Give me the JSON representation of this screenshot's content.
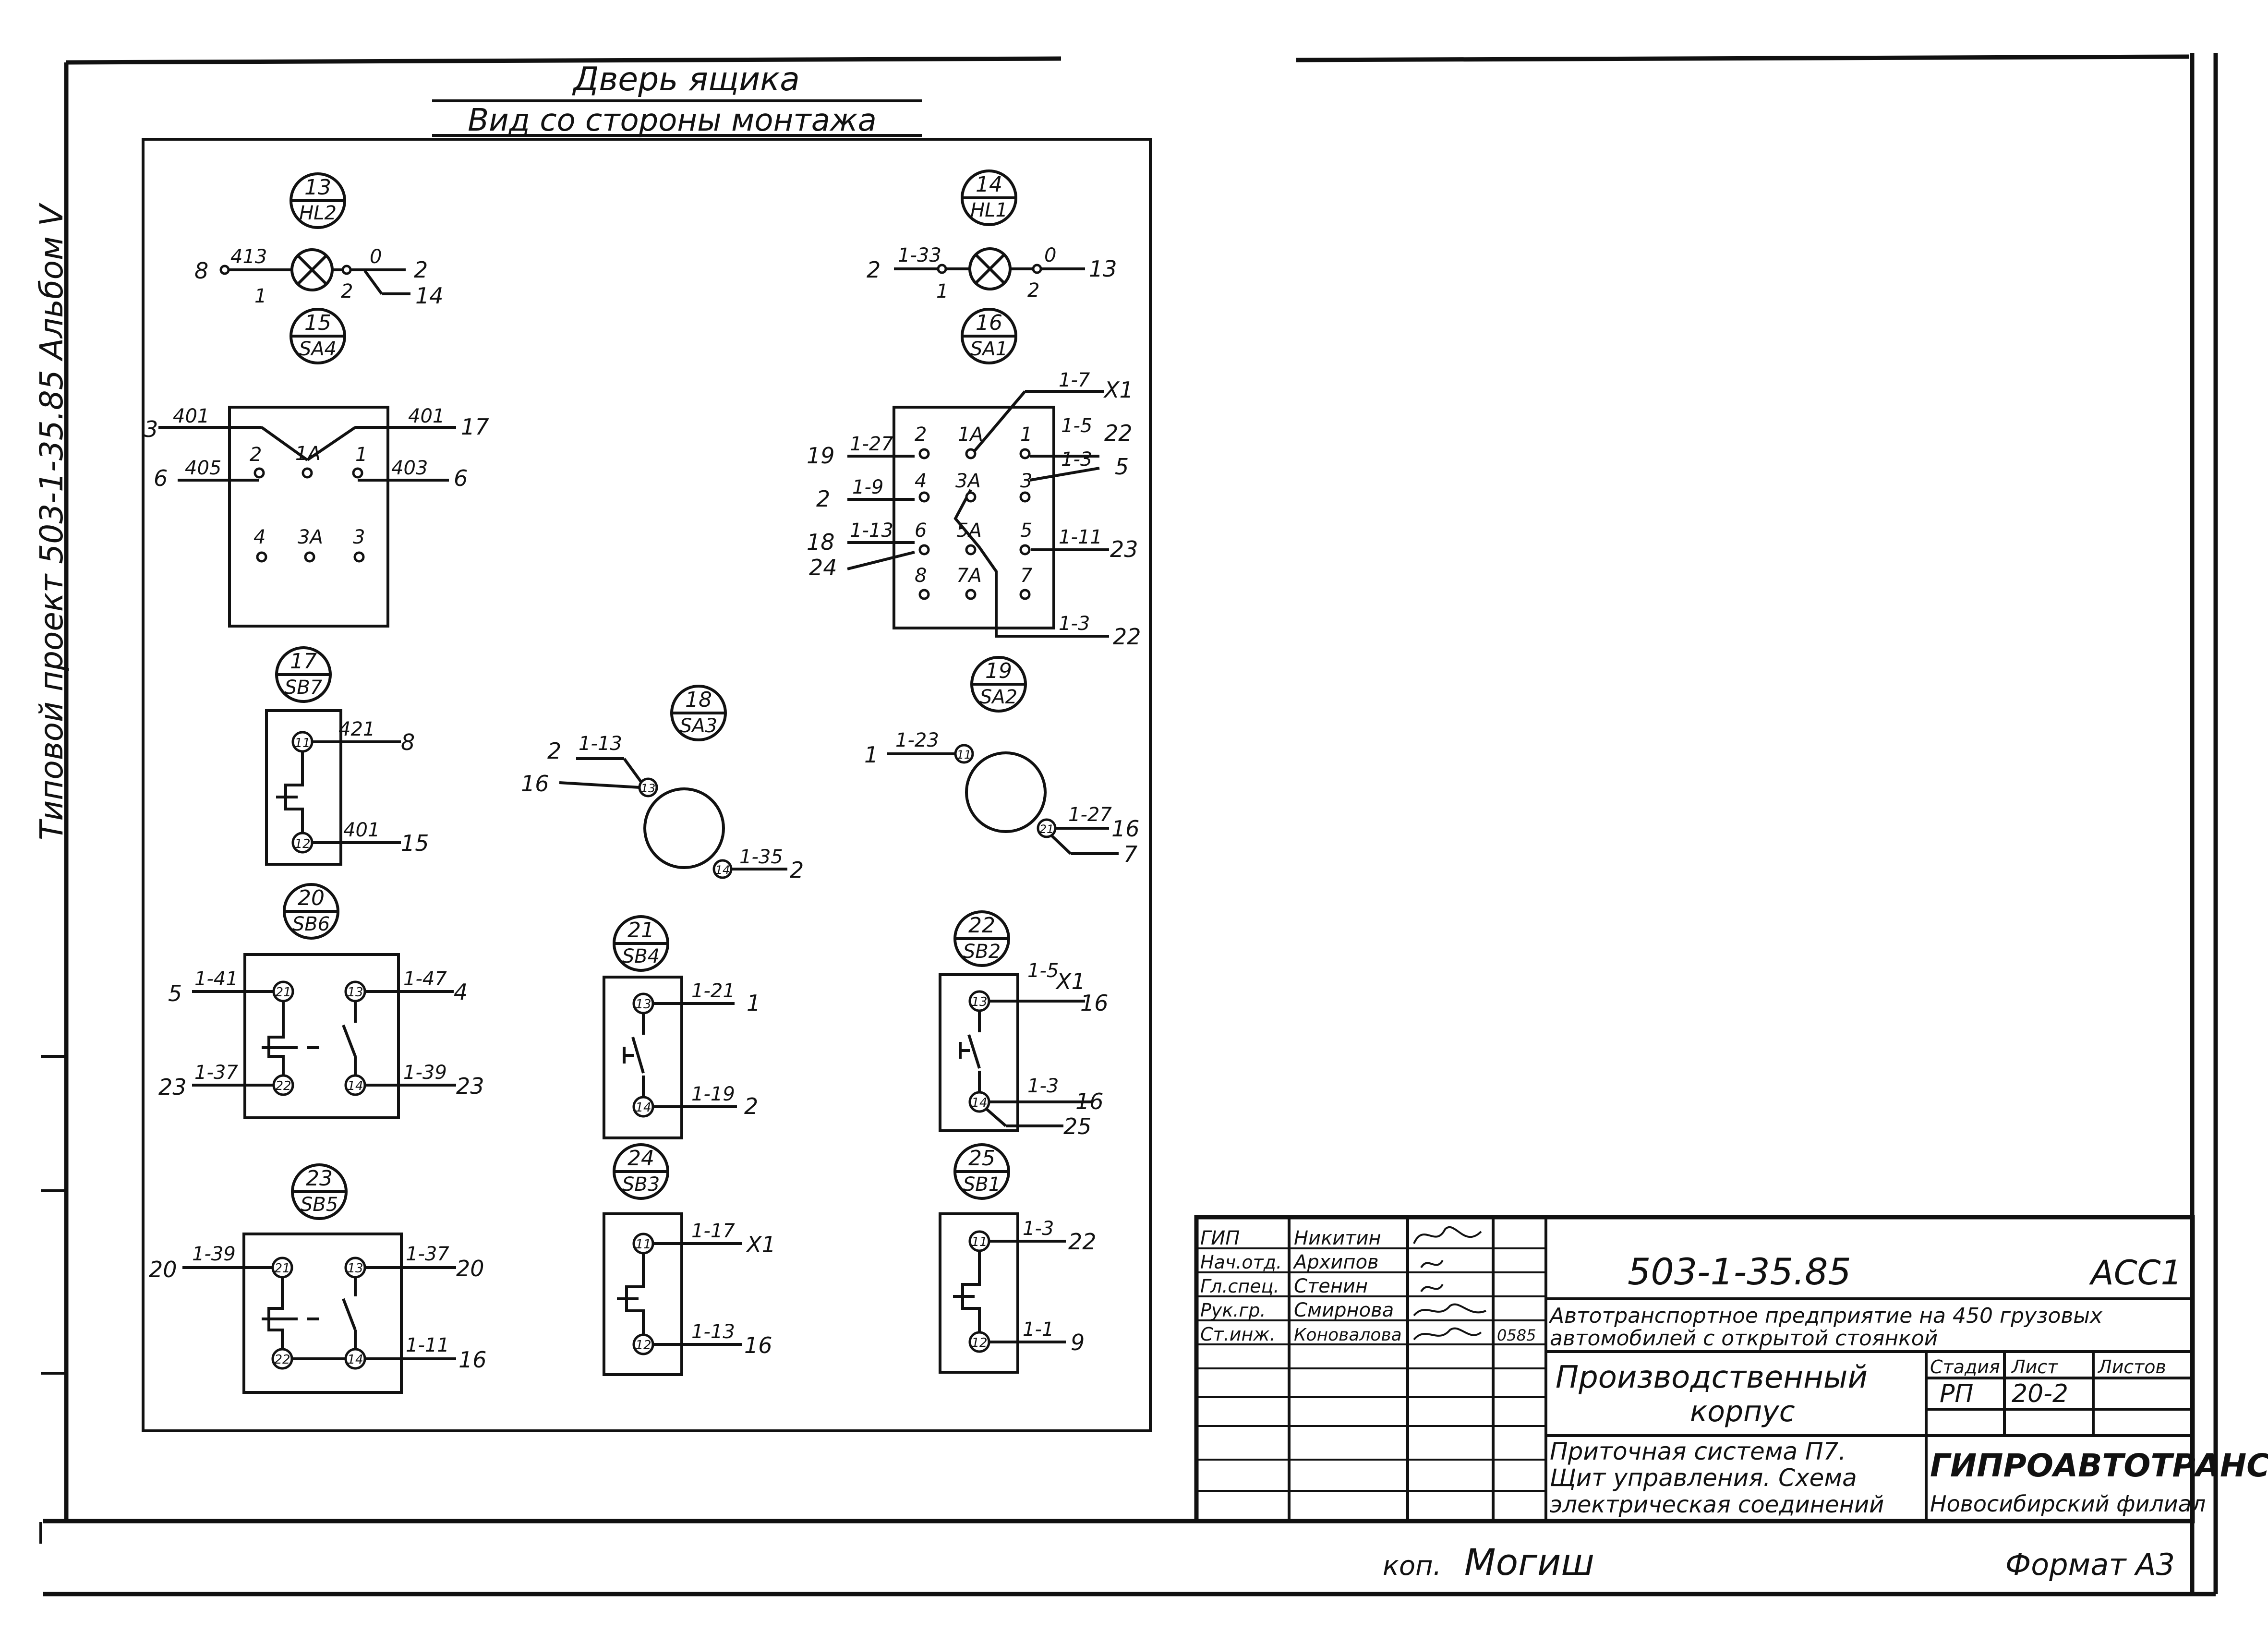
{
  "sheet": {
    "side_label": "Типовой проект 503-1-35.85 Альбом V",
    "caption_line1": "Дверь ящика",
    "caption_line2": "Вид со стороны монтажа",
    "footer_copied": "коп.",
    "footer_signature": "Могиш",
    "footer_format": "Формат А3"
  },
  "components": {
    "hl2": {
      "num": "13",
      "ref": "HL2",
      "wire_left": "413",
      "wire_right": "0",
      "ext_left": "8",
      "ext_right_a": "2",
      "ext_right_b": "14",
      "pin_left": "1",
      "pin_right": "2"
    },
    "hl1": {
      "num": "14",
      "ref": "HL1",
      "wire_left": "1-33",
      "wire_right": "0",
      "ext_left": "2",
      "ext_right": "13",
      "pin_left": "1",
      "pin_right": "2"
    },
    "sa4": {
      "num": "15",
      "ref": "SA4",
      "wire_top_left": "401",
      "ext_top_left": "3",
      "wire_top_right": "401",
      "ext_top_right": "17",
      "wire_left": "405",
      "ext_left": "6",
      "wire_right": "403",
      "ext_right": "6",
      "pins": [
        "2",
        "1A",
        "1",
        "4",
        "3A",
        "3"
      ]
    },
    "sa1": {
      "num": "16",
      "ref": "SA1",
      "top_wire": "1-7",
      "top_ext": "X1",
      "left_wires": [
        "1-27",
        "1-9",
        "1-13"
      ],
      "left_ext": [
        "19",
        "2",
        "18",
        "24"
      ],
      "right_wires": [
        "1-5",
        "1-3",
        "1-11",
        "1-3"
      ],
      "right_ext": [
        "22",
        "5",
        "23",
        "22"
      ],
      "pins": [
        "2",
        "1A",
        "1",
        "4",
        "3A",
        "3",
        "6",
        "5A",
        "5",
        "8",
        "7A",
        "7"
      ]
    },
    "sb7": {
      "num": "17",
      "ref": "SB7",
      "t_top": "11",
      "t_bot": "12",
      "wire_top": "421",
      "ext_top": "8",
      "wire_bot": "401",
      "ext_bot": "15"
    },
    "sa3": {
      "num": "18",
      "ref": "SA3",
      "t1": "13",
      "t2": "14",
      "wire1": "1-13",
      "ext1a": "2",
      "ext1b": "16",
      "wire2": "1-35",
      "ext2": "2"
    },
    "sa2": {
      "num": "19",
      "ref": "SA2",
      "t1": "11",
      "t2": "21",
      "wire1": "1-23",
      "ext1": "1",
      "wire2": "1-27",
      "ext2a": "16",
      "ext2b": "7"
    },
    "sb6": {
      "num": "20",
      "ref": "SB6",
      "t_tl": "21",
      "t_bl": "22",
      "t_tr": "13",
      "t_br": "14",
      "wire_tl": "1-41",
      "ext_tl": "5",
      "wire_bl": "1-37",
      "ext_bl": "23",
      "wire_tr": "1-47",
      "ext_tr": "4",
      "wire_br": "1-39",
      "ext_br": "23"
    },
    "sb4": {
      "num": "21",
      "ref": "SB4",
      "t_top": "13",
      "t_bot": "14",
      "wire_top": "1-21",
      "ext_top": "1",
      "wire_bot": "1-19",
      "ext_bot": "2"
    },
    "sb2": {
      "num": "22",
      "ref": "SB2",
      "t_top": "13",
      "t_bot": "14",
      "wire_top": "1-5",
      "ext_top_a": "X1",
      "ext_top_b": "16",
      "wire_bot": "1-3",
      "ext_bot_a": "16",
      "ext_bot_b": "25"
    },
    "sb5": {
      "num": "23",
      "ref": "SB5",
      "t_tl": "21",
      "t_bl": "22",
      "t_tr": "13",
      "t_br": "14",
      "wire_tl": "1-39",
      "ext_tl": "20",
      "wire_tr": "1-37",
      "ext_tr": "20",
      "wire_br": "1-11",
      "ext_br": "16"
    },
    "sb3": {
      "num": "24",
      "ref": "SB3",
      "t_top": "11",
      "t_bot": "12",
      "wire_top": "1-17",
      "ext_top": "X1",
      "wire_bot": "1-13",
      "ext_bot": "16"
    },
    "sb1": {
      "num": "25",
      "ref": "SB1",
      "t_top": "11",
      "t_bot": "12",
      "wire_top": "1-3",
      "ext_top": "22",
      "wire_bot": "1-1",
      "ext_bot": "9"
    }
  },
  "title_block": {
    "doc_number": "503-1-35.85",
    "sheet_code": "АСС1",
    "project_line1": "Автотранспортное предприятие на 450 грузовых",
    "project_line2": "автомобилей с открытой стоянкой",
    "building_line1": "Производственный",
    "building_line2": "корпус",
    "drawing_line1": "Приточная система П7.",
    "drawing_line2": "Щит управления. Схема",
    "drawing_line3": "электрическая соединений",
    "stage_label": "Стадия",
    "sheet_label": "Лист",
    "sheets_label": "Листов",
    "stage_value": "РП",
    "sheet_value": "20-2",
    "org_name": "ГИПРОАВТОТРАНС",
    "org_branch": "Новосибирский филиал",
    "date": "0585",
    "staff": [
      {
        "role": "ГИП",
        "name": "Никитин"
      },
      {
        "role": "Нач.отд.",
        "name": "Архипов"
      },
      {
        "role": "Гл.спец.",
        "name": "Стенин"
      },
      {
        "role": "Рук.гр.",
        "name": "Смирнова"
      },
      {
        "role": "Ст.инж.",
        "name": "Коновалова"
      }
    ]
  }
}
